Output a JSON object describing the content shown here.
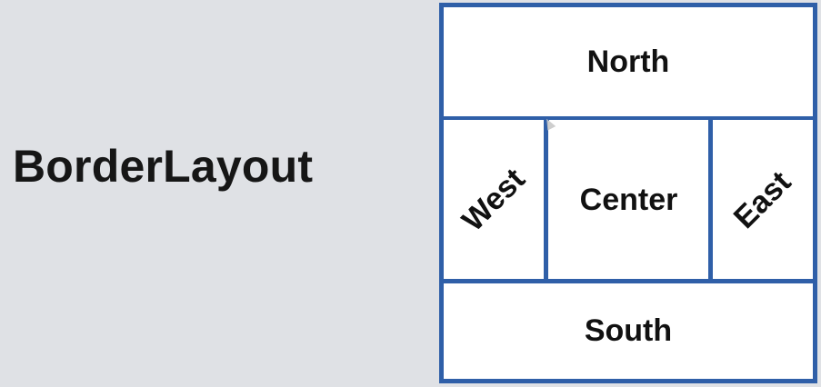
{
  "title": "BorderLayout",
  "layout": {
    "north": "North",
    "west": "West",
    "center": "Center",
    "east": "East",
    "south": "South"
  },
  "colors": {
    "background": "#dfe1e5",
    "border": "#2f5fa8",
    "region_fill": "#ffffff",
    "text": "#111111"
  },
  "icons": [
    "cursor-icon"
  ]
}
